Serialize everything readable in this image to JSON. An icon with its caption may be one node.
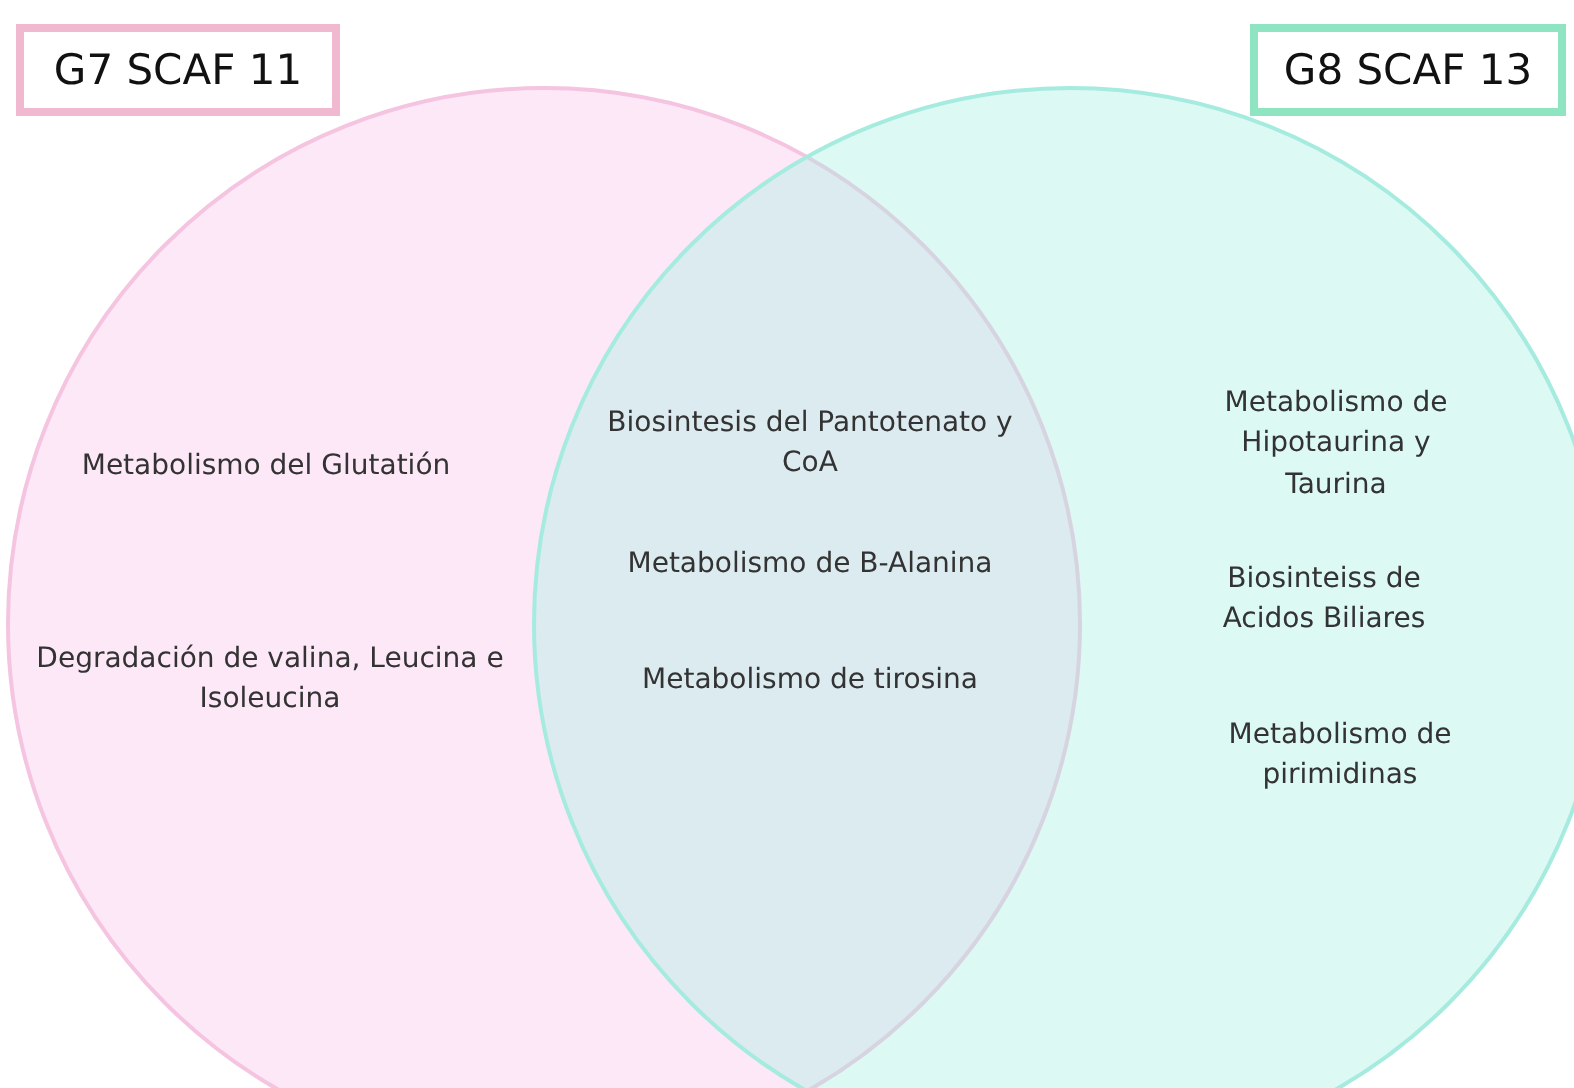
{
  "diagram": {
    "nodes": [
      {
        "text": [
          "G7 SCAF 11"
        ]
      },
      {
        "text": [
          "G8 SCAF 13"
        ]
      }
    ],
    "labels": [
      "Metabolismo del Glutatión",
      "Degradación de valina, Leucina e Isoleucina",
      "Biosintesis del Pantotenato y CoA",
      "Metabolismo de B-Alanina",
      "Metabolismo de tirosina",
      "Metabolismo de Hipotaurina y Taurina",
      "Biosinteiss de Acidos Biliares",
      "Metabolismo de pirimidinas"
    ]
  }
}
